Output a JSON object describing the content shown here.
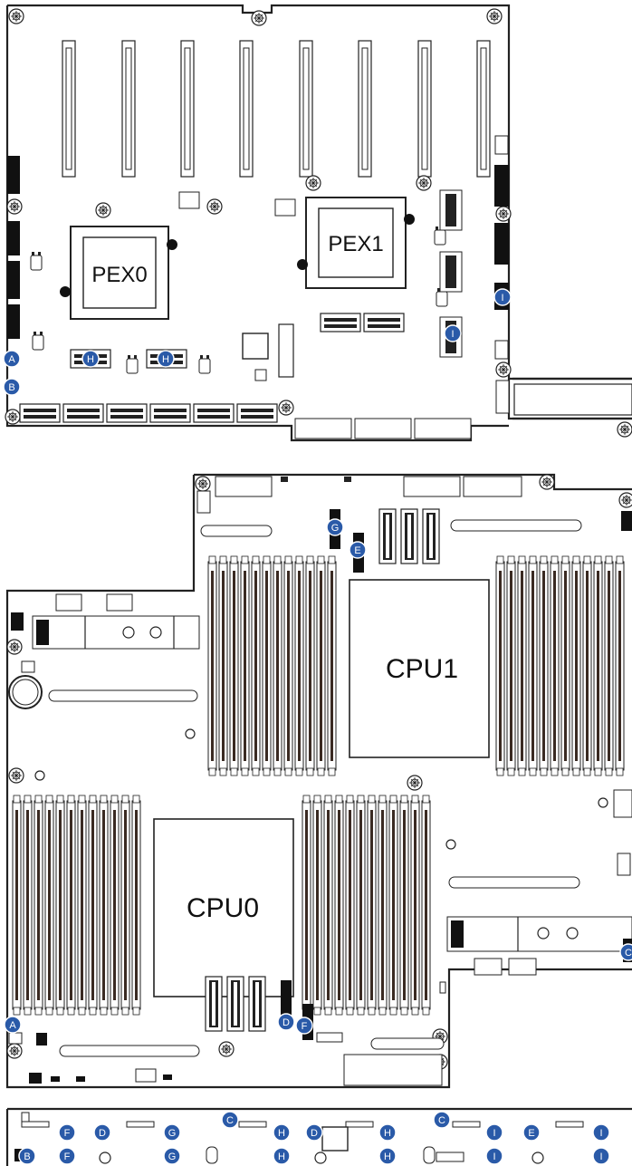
{
  "chips": {
    "pex0": "PEX0",
    "pex1": "PEX1",
    "cpu0": "CPU0",
    "cpu1": "CPU1"
  },
  "marker_color": "#2a5aa8",
  "markers": [
    {
      "letter": "A"
    },
    {
      "letter": "B"
    },
    {
      "letter": "H"
    },
    {
      "letter": "H"
    },
    {
      "letter": "I"
    },
    {
      "letter": "I"
    },
    {
      "letter": "G"
    },
    {
      "letter": "E"
    },
    {
      "letter": "C"
    },
    {
      "letter": "D"
    },
    {
      "letter": "F"
    },
    {
      "letter": "A"
    },
    {
      "letter": "F"
    },
    {
      "letter": "D"
    },
    {
      "letter": "G"
    },
    {
      "letter": "C"
    },
    {
      "letter": "H"
    },
    {
      "letter": "D"
    },
    {
      "letter": "H"
    },
    {
      "letter": "C"
    },
    {
      "letter": "I"
    },
    {
      "letter": "E"
    },
    {
      "letter": "I"
    },
    {
      "letter": "B"
    },
    {
      "letter": "F"
    },
    {
      "letter": "G"
    },
    {
      "letter": "H"
    },
    {
      "letter": "H"
    },
    {
      "letter": "I"
    },
    {
      "letter": "I"
    }
  ]
}
